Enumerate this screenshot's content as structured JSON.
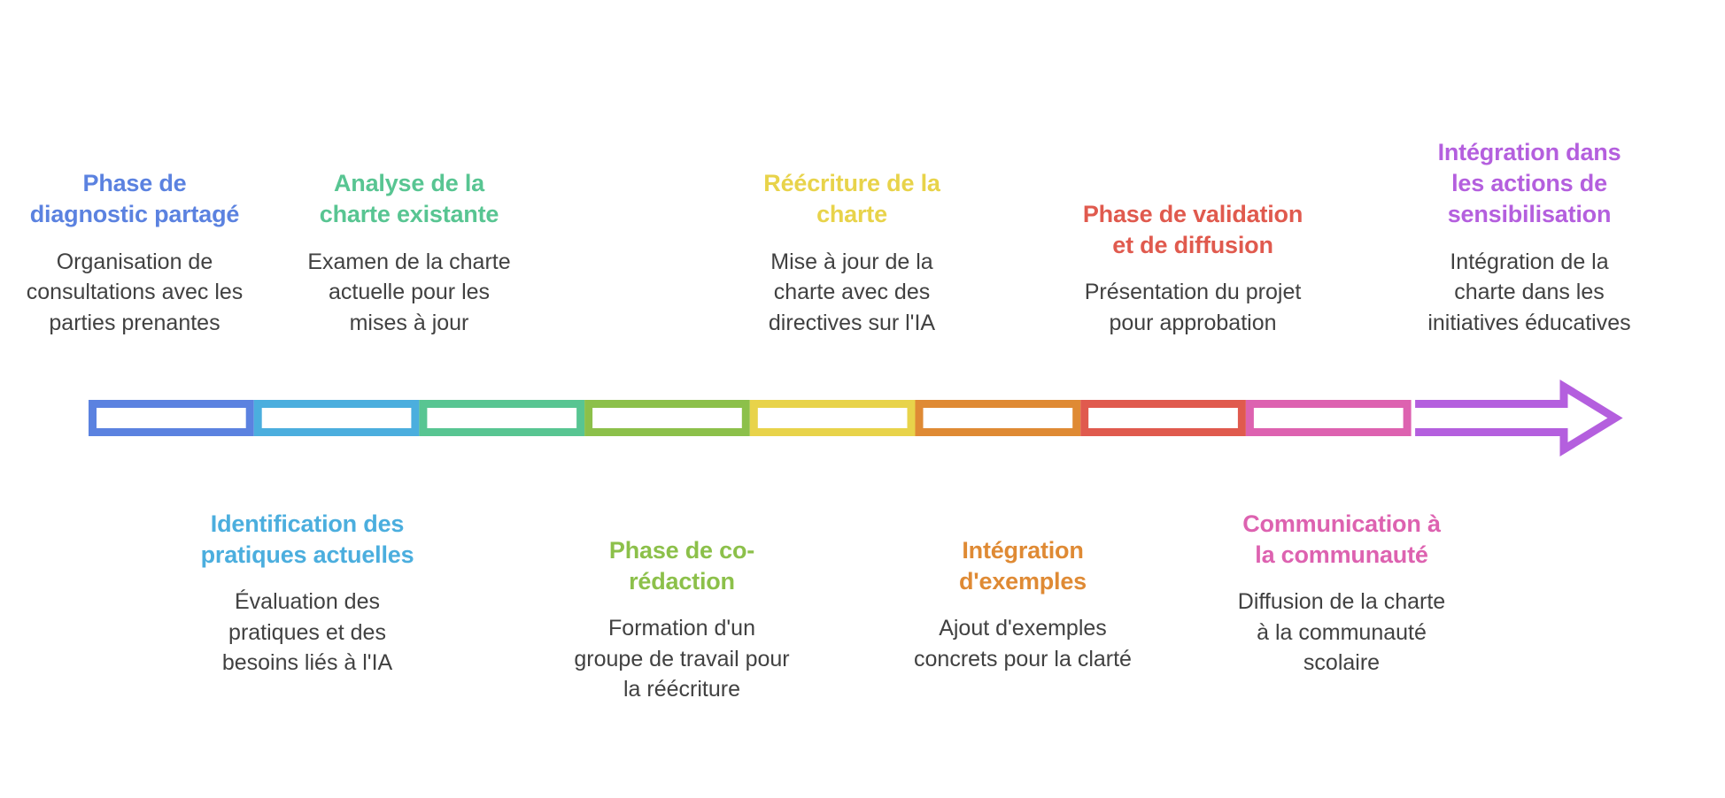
{
  "diagram": {
    "type": "timeline-arrow",
    "orientation": "horizontal",
    "segment_count": 9,
    "background_color": "#ffffff",
    "body_text_color": "#414141",
    "steps": [
      {
        "index": 1,
        "position": "above",
        "title": "Phase de diagnostic partagé",
        "description": "Organisation de consultations avec les parties prenantes",
        "color": "#5b82e0"
      },
      {
        "index": 2,
        "position": "below",
        "title": "Identification des pratiques actuelles",
        "description": "Évaluation des pratiques et des besoins liés à l'IA",
        "color": "#4baede"
      },
      {
        "index": 3,
        "position": "above",
        "title": "Analyse de la charte existante",
        "description": "Examen de la charte actuelle pour les mises à jour",
        "color": "#58c592"
      },
      {
        "index": 4,
        "position": "below",
        "title": "Phase de co-rédaction",
        "description": "Formation d'un groupe de travail pour la réécriture",
        "color": "#8cc04a"
      },
      {
        "index": 5,
        "position": "above",
        "title": "Réécriture de la charte",
        "description": "Mise à jour de la charte avec des directives sur l'IA",
        "color": "#e8d34a"
      },
      {
        "index": 6,
        "position": "below",
        "title": "Intégration d'exemples",
        "description": "Ajout d'exemples concrets pour la clarté",
        "color": "#df8a34"
      },
      {
        "index": 7,
        "position": "above",
        "title": "Phase de validation et de diffusion",
        "description": "Présentation du projet pour approbation",
        "color": "#e05a4e"
      },
      {
        "index": 8,
        "position": "below",
        "title": "Communication à la communauté",
        "description": "Diffusion de la charte à la communauté scolaire",
        "color": "#dd62b0"
      },
      {
        "index": 9,
        "position": "above",
        "title": "Intégration dans les actions de sensibilisation",
        "description": "Intégration de la charte dans les initiatives éducatives",
        "color": "#b45fde"
      }
    ]
  }
}
